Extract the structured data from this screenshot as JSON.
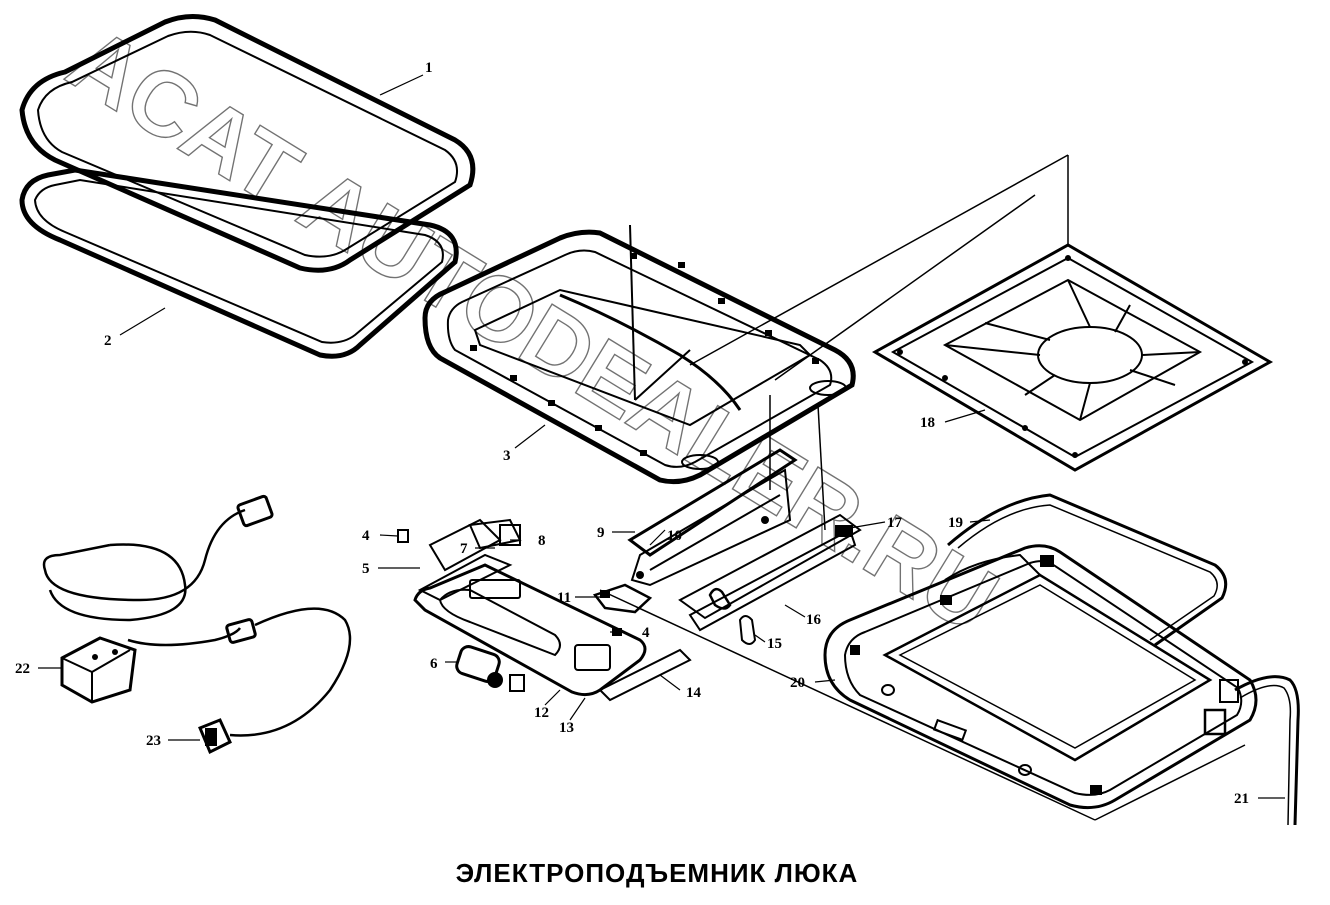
{
  "caption": "ЭЛЕКТРОПОДЪЕМНИК ЛЮКА",
  "watermark": "ACAT AUTODEALER.RU",
  "callouts": {
    "c1": "1",
    "c2": "2",
    "c3": "3",
    "c4a": "4",
    "c4b": "4",
    "c5": "5",
    "c6": "6",
    "c7": "7",
    "c8": "8",
    "c9": "9",
    "c10": "10",
    "c11": "11",
    "c12": "12",
    "c13": "13",
    "c14": "14",
    "c15": "15",
    "c16": "16",
    "c17": "17",
    "c18": "18",
    "c19": "19",
    "c20": "20",
    "c21": "21",
    "c22": "22",
    "c23": "23"
  }
}
